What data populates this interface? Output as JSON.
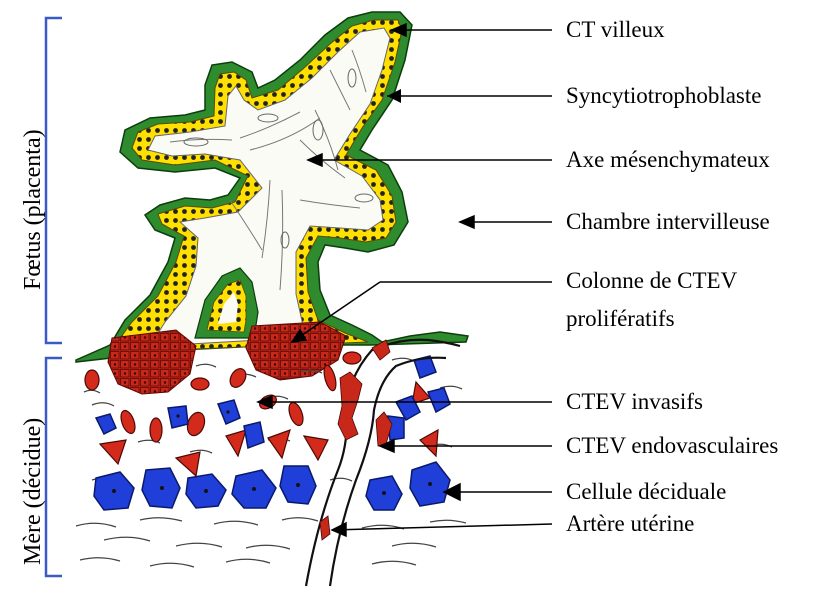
{
  "side_labels": {
    "fetus": "Fœtus (placenta)",
    "mother": "Mère (décidue)"
  },
  "labels": {
    "ct_villeux": "CT villeux",
    "syncytio": "Syncytiotrophoblaste",
    "axe": "Axe mésenchymateux",
    "chambre": "Chambre intervilleuse",
    "colonne_1": "Colonne de CTEV",
    "colonne_2": "prolifératifs",
    "ctev_invasifs": "CTEV invasifs",
    "ctev_endo": "CTEV endovasculaires",
    "cellule": "Cellule déciduale",
    "artere": "Artère utérine"
  },
  "colors": {
    "syncytio_green": "#2e8b2e",
    "ct_yellow": "#ffe000",
    "ctev_red": "#d42a1c",
    "decidual_blue": "#1f3fd8",
    "bracket_blue": "#3a5bc7"
  }
}
